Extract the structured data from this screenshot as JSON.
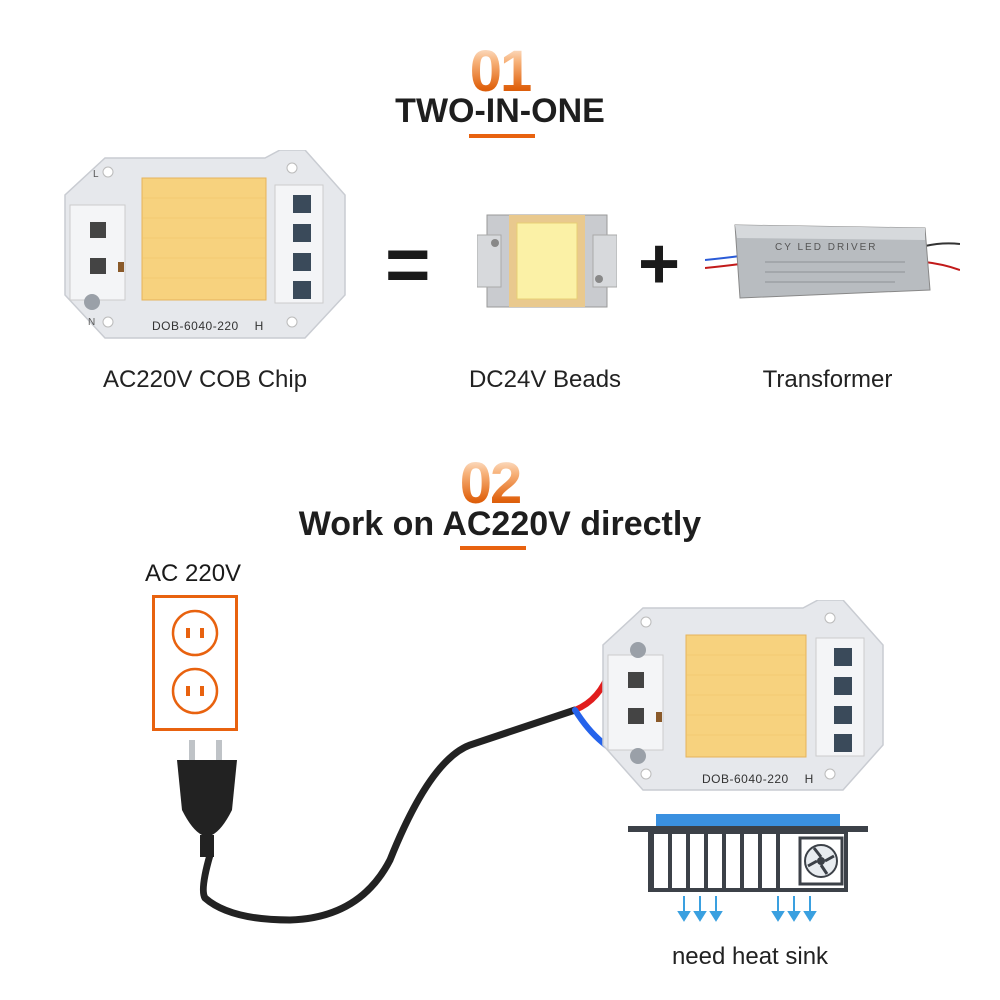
{
  "section1": {
    "number": "01",
    "title": "TWO-IN-ONE",
    "equals": "=",
    "plus": "+",
    "captions": [
      "AC220V COB Chip",
      "DC24V Beads",
      "Transformer"
    ],
    "chip_label": "DOB-6040-220",
    "chip_mark": "H",
    "driver_label": "CY LED DRIVER"
  },
  "section2": {
    "number": "02",
    "title": "Work on AC220V directly",
    "socket_label": "AC 220V",
    "heatsink_label": "need heat sink",
    "chip_label": "DOB-6040-220",
    "chip_mark": "H"
  },
  "colors": {
    "accent": "#e8620f",
    "led": "#f7d27e",
    "live_wire": "#e11d1d",
    "neutral_wire": "#2563eb",
    "cable": "#222222",
    "airflow": "#3aa0e0"
  },
  "icons": [
    "cob-chip-icon",
    "led-bead-icon",
    "led-driver-icon",
    "wall-socket-icon",
    "plug-icon",
    "heat-sink-icon",
    "fan-icon",
    "airflow-arrow-icon"
  ]
}
